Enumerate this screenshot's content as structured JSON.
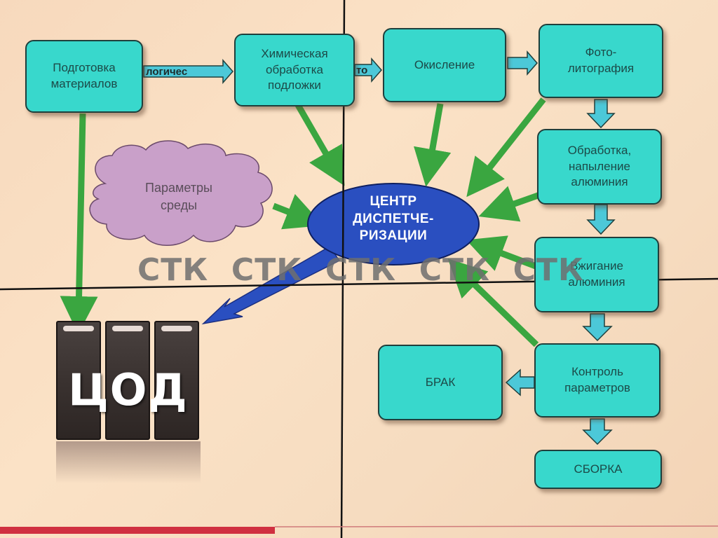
{
  "diagram": {
    "title": "",
    "nodes": {
      "prep": "Подготовка\nматериалов",
      "chem": "Химическая\nобработка\nподложки",
      "oxid": "Окисление",
      "photo": "Фото-\nлитография",
      "alu_dep": "Обработка,\nнапыление\nалюминия",
      "alu_burn": "Вжигание\nалюминия",
      "control": "Контроль\nпараметров",
      "defect": "БРАК",
      "assembly": "СБОРКА",
      "env": "Параметры\nсреды",
      "center": "ЦЕНТР\nДИСПЕТЧЕ-\nРИЗАЦИИ",
      "dc": "ЦОД"
    },
    "arrow_labels": {
      "prep_to_chem": "логичес",
      "chem_to_oxid": "то"
    },
    "watermark": "СТК  СТК  СТК  СТК  СТК",
    "colors": {
      "process_box": "#38d8cc",
      "flow_arrow": "#4cc8d8",
      "data_arrow": "#3aa640",
      "center": "#2a4fc0",
      "cloud": "#c9a0c9",
      "dc": "#3a3230",
      "accent_bar": "#d03040"
    }
  }
}
